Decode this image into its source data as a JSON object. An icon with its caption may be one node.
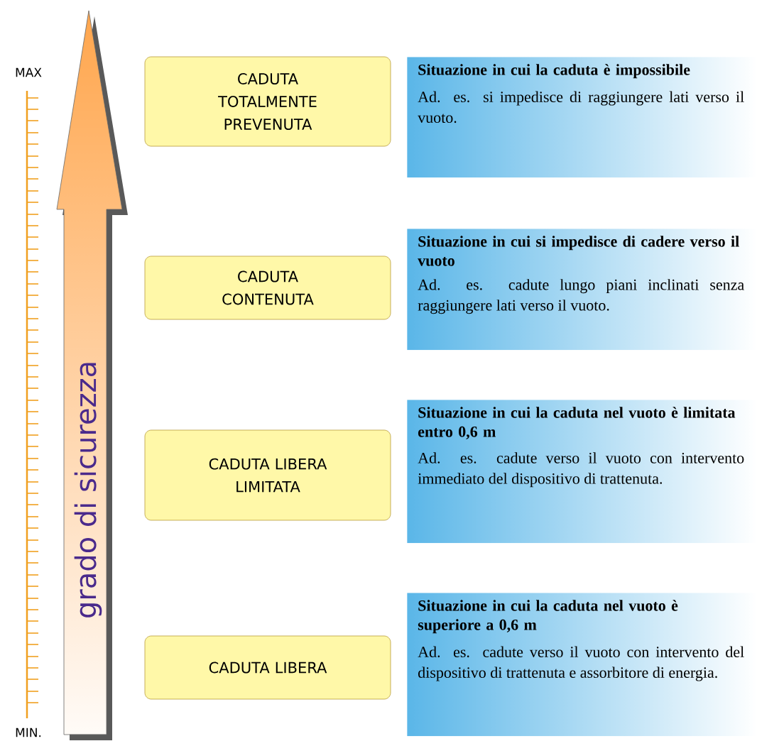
{
  "diagram": {
    "nodes": [
      {
        "text": [
          "grado di sicurezza"
        ]
      },
      {
        "text": [
          "CADUTA TOTALMENTE PREVENUTA"
        ]
      },
      {
        "text": [
          "Situazione in cui la caduta è impossibile",
          "Ad. es. si impedisce di raggiungere lati verso il vuoto."
        ]
      },
      {
        "text": [
          "CADUTA CONTENUTA"
        ]
      },
      {
        "text": [
          "Situazione in cui si impedisce di cadere verso il vuoto",
          "Ad. es. cadute lungo piani inclinati senza raggiungere lati verso il vuoto."
        ]
      },
      {
        "text": [
          "CADUTA LIBERA LIMITATA"
        ]
      },
      {
        "text": [
          "Situazione in cui la caduta nel vuoto è limitata entro 0,6 m",
          "Ad. es. cadute verso il vuoto con intervento immediato del dispositivo di trattenuta."
        ]
      },
      {
        "text": [
          "CADUTA LIBERA"
        ]
      },
      {
        "text": [
          "Situazione in cui la caduta nel vuoto è superiore a 0,6 m",
          "Ad. es. cadute verso il vuoto con intervento del dispositivo di trattenuta e assorbitore di energia."
        ]
      }
    ],
    "labels": [
      "MAX",
      "MIN."
    ]
  }
}
